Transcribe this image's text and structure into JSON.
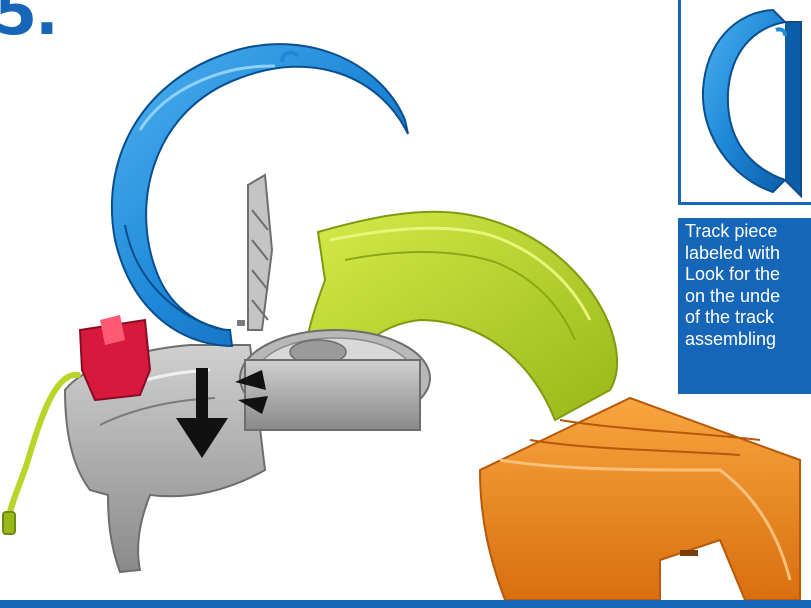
{
  "step": {
    "number": "5."
  },
  "callout": {
    "lines": [
      "Track piece",
      "labeled with",
      "Look for the",
      "on the unde",
      "of the track",
      "assembling"
    ]
  },
  "colors": {
    "brand_blue": "#1566b8",
    "track_blue": "#1e88d8",
    "ramp_green": "#b8d62a",
    "ramp_orange": "#f08a24",
    "base_gray": "#a8a8a8",
    "launcher_red": "#d8193e"
  },
  "icons": {
    "arrow": "down-arrow-icon",
    "motion": "motion-lines-icon"
  }
}
